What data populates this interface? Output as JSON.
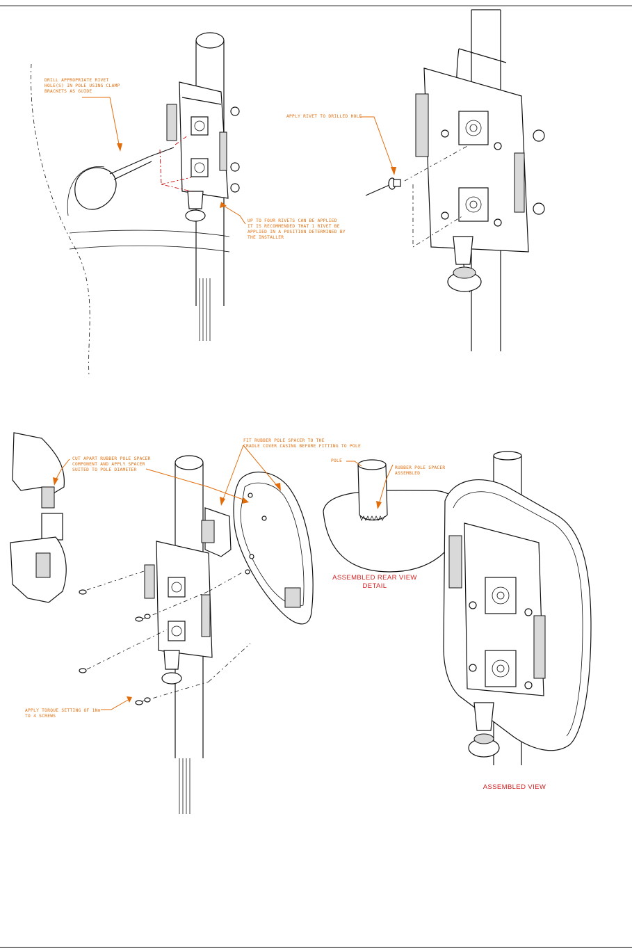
{
  "notes": {
    "drill": "DRILL APPROPRIATE RIVET\nHOLE(S) IN POLE USING CLAMP\nBRACKETS AS GUIDE",
    "rivets": "UP TO FOUR RIVETS CAN BE APPLIED\nIT IS RECOMMENDED THAT 1 RIVET BE\nAPPLIED IN A POSITION DETERMINED BY\nTHE INSTALLER",
    "apply_rivet": "APPLY RIVET TO DRILLED HOLE",
    "cut_spacer": "CUT APART RUBBER POLE SPACER\nCOMPONENT AND APPLY SPACER\nSUITED TO POLE DIAMETER",
    "fit_spacer": "FIT RUBBER POLE SPACER TO THE\nCRADLE COVER CASING BEFORE FITTING TO POLE",
    "pole": "POLE",
    "spacer_assembled": "RUBBER POLE SPACER\nASSEMBLED",
    "torque": "APPLY TORQUE SETTING OF 1Nm\nTO 4 SCREWS"
  },
  "captions": {
    "rear_view": "ASSEMBLED REAR VIEW\nDETAIL",
    "assembled_view": "ASSEMBLED VIEW"
  },
  "colors": {
    "annotation": "#e36c0a",
    "caption": "#d42020"
  }
}
